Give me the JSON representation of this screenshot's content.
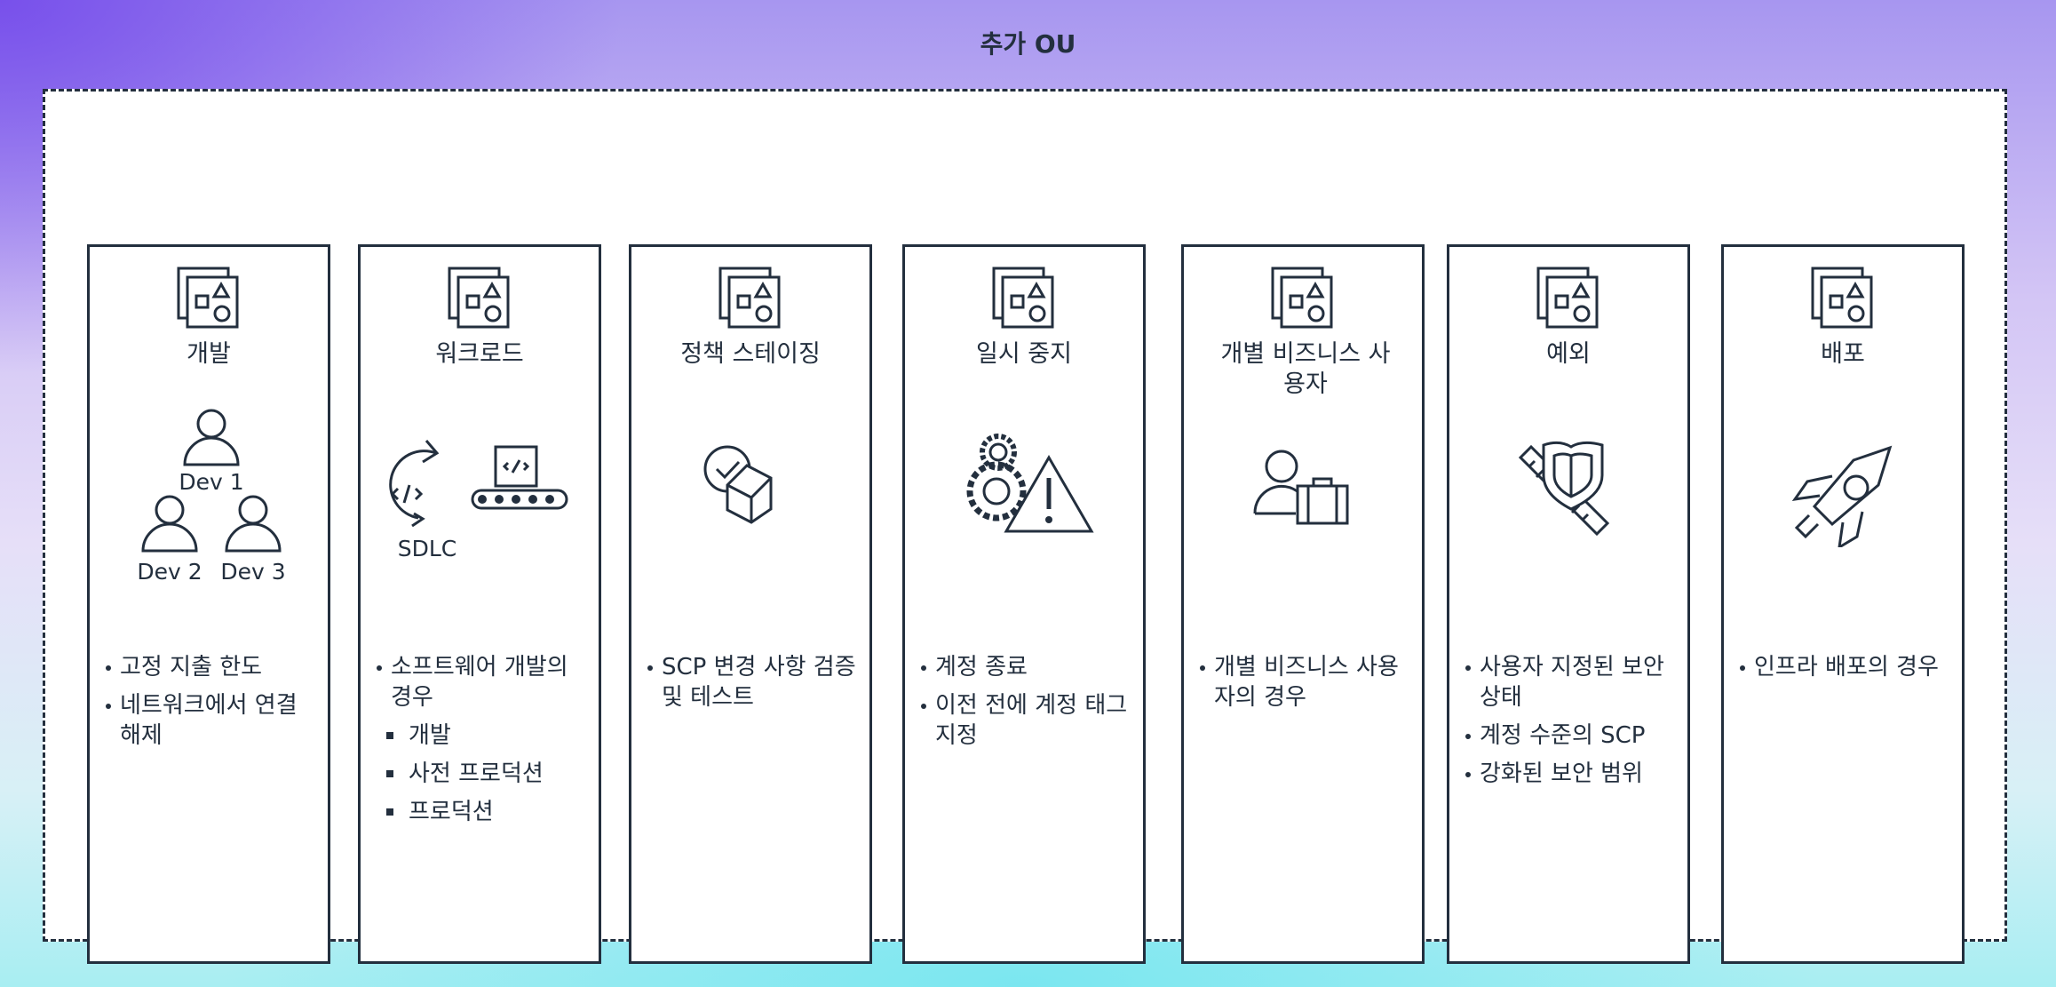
{
  "title": "추가 OU",
  "columns": [
    {
      "title": "개발",
      "labels": [
        "Dev 1",
        "Dev 2",
        "Dev 3"
      ],
      "bullets": [
        {
          "text": "고정 지출 한도"
        },
        {
          "text": "네트워크에서 연결 해제"
        }
      ]
    },
    {
      "title": "워크로드",
      "labels": [
        "SDLC"
      ],
      "bullets": [
        {
          "text": "소프트웨어 개발의 경우"
        },
        {
          "text": "개발",
          "sub": true
        },
        {
          "text": "사전 프로덕션",
          "sub": true
        },
        {
          "text": "프로덕션",
          "sub": true
        }
      ]
    },
    {
      "title": "정책 스테이징",
      "bullets": [
        {
          "text": "SCP 변경 사항 검증 및 테스트"
        }
      ]
    },
    {
      "title": "일시 중지",
      "bullets": [
        {
          "text": "계정 종료"
        },
        {
          "text": "이전 전에 계정 태그 지정"
        }
      ]
    },
    {
      "title": "개별 비즈니스 사용자",
      "bullets": [
        {
          "text": "개별 비즈니스 사용자의 경우"
        }
      ]
    },
    {
      "title": "예외",
      "bullets": [
        {
          "text": "사용자 지정된 보안 상태"
        },
        {
          "text": "계정 수준의 SCP"
        },
        {
          "text": "강화된 보안 범위"
        }
      ]
    },
    {
      "title": "배포",
      "bullets": [
        {
          "text": "인프라 배포의 경우"
        }
      ]
    }
  ],
  "icons": [
    "ou-icon",
    "users-icon",
    "sdlc-cycle-icon",
    "conveyor-code-icon",
    "check-box-icon",
    "gears-warning-icon",
    "user-briefcase-icon",
    "ruler-shield-icon",
    "rocket-icon"
  ],
  "colors": {
    "ink": "#232f3e",
    "panel": "#ffffff",
    "gradient_top": "#7b5ce9",
    "gradient_bottom": "#7ee8f0"
  }
}
